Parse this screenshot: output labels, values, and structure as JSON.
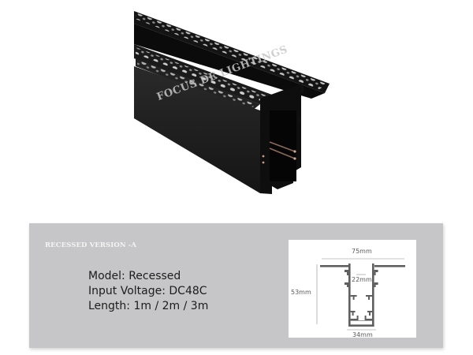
{
  "product_image": {
    "alt": "Black recessed magnetic track profile with perforated flange",
    "watermark": "FOCUS DE LIGHTINGS"
  },
  "spec_panel": {
    "version_label": "RECESSED VERSION -A",
    "specs": [
      {
        "label": "Model:",
        "value": "Recessed"
      },
      {
        "label": "Input Voltage:",
        "value": "DC48C"
      },
      {
        "label": "Length:",
        "value": "1m / 2m / 3m"
      }
    ],
    "lines": [
      "Model: Recessed",
      "Input Voltage: DC48C",
      "Length: 1m / 2m / 3m"
    ],
    "colors": {
      "panel_bg": "#c6c6c8",
      "text": "#1c1c1c",
      "label_text": "#f4f4f4"
    }
  },
  "cross_section_diagram": {
    "dimensions": {
      "width_top": "75mm",
      "inner_opening": "22mm",
      "height": "53mm",
      "width_bottom": "34mm"
    },
    "colors": {
      "profile": "#5f5f60",
      "dimension_line": "#8a8a8a"
    }
  }
}
